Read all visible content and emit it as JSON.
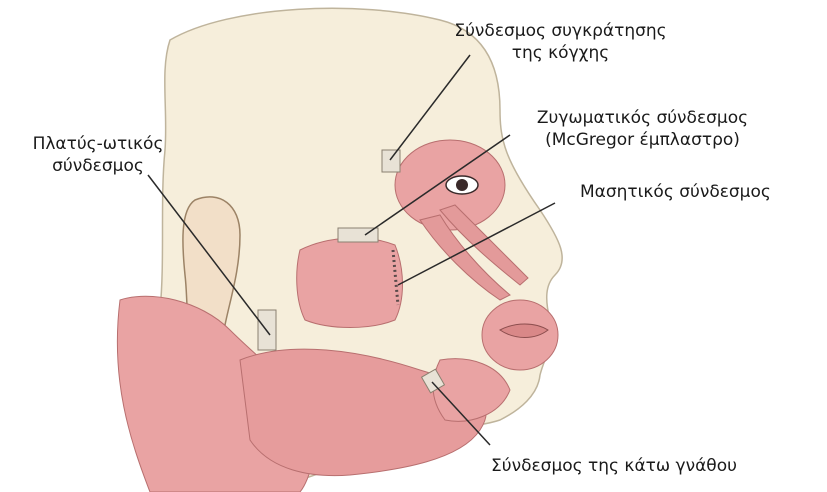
{
  "labels": {
    "orbital_ligament_l1": "Σύνδεσμος συγκράτησης",
    "orbital_ligament_l2": "της κόγχης",
    "zygomatic_ligament_l1": "Ζυγωματικός σύνδεσμος",
    "zygomatic_ligament_l2": "(McGregor έμπλαστρο)",
    "masseteric_ligament": "Μασητικός σύνδεσμος",
    "platysma_auricular_l1": "Πλατύς-ωτικός",
    "platysma_auricular_l2": "σύνδεσμος",
    "mandibular_ligament": "Σύνδεσμος της κάτω γνάθου"
  },
  "colors": {
    "skin": "#f6eedb",
    "muscle": "#e9a3a3",
    "muscle_dark": "#c97979",
    "line": "#2a2a2a",
    "ligament": "#e8e2d6"
  }
}
